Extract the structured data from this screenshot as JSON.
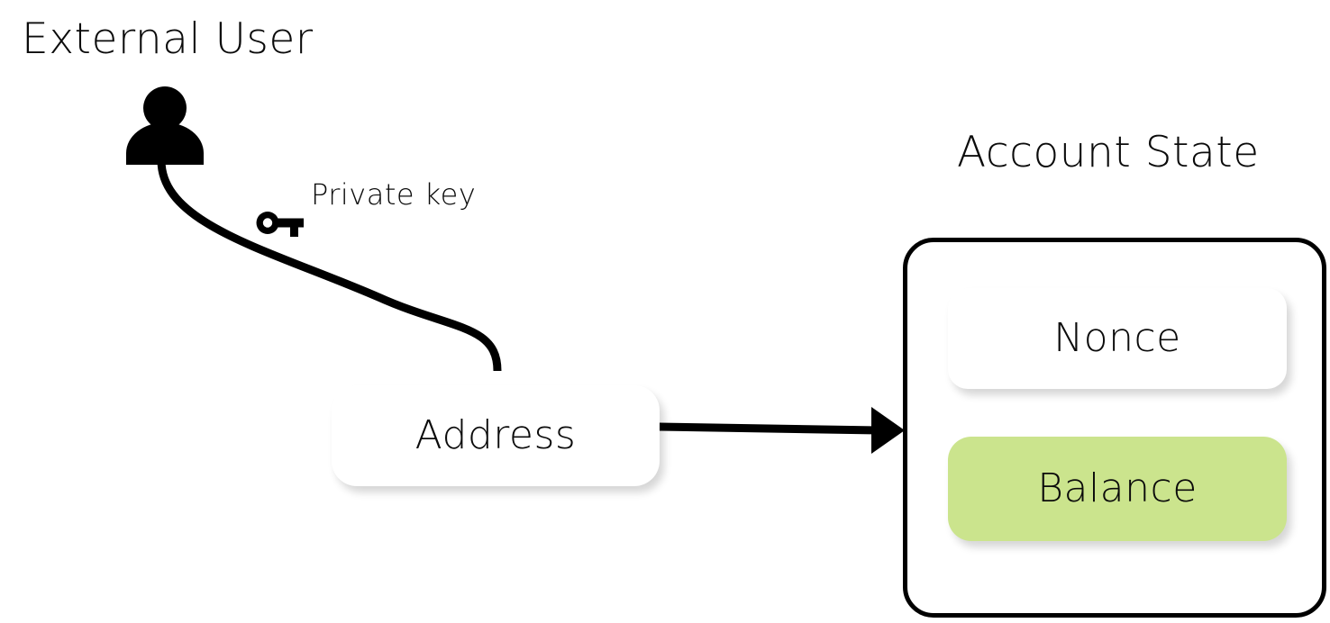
{
  "diagram": {
    "title_left": "External User",
    "title_right": "Account State",
    "background_color": "#ffffff",
    "stroke_color": "#000000"
  },
  "actors": {
    "person": {
      "icon": "person-icon",
      "label": "External User"
    }
  },
  "labels": {
    "private_key": "Private key"
  },
  "icons": {
    "key": "key-icon",
    "person": "person-icon"
  },
  "nodes": {
    "address": {
      "label": "Address",
      "fill": "#ffffff",
      "text_color": "#0b0b0b"
    },
    "nonce": {
      "label": "Nonce",
      "fill": "#ffffff",
      "text_color": "#0b0b0b"
    },
    "balance": {
      "label": "Balance",
      "fill": "#cbe48d",
      "text_color": "#0b0b0b"
    }
  },
  "connectors": {
    "user_to_address": {
      "kind": "curve",
      "annotation": "Private key",
      "color": "#000000",
      "width": 9
    },
    "address_to_account_state": {
      "kind": "arrow",
      "color": "#000000",
      "width": 9
    }
  }
}
